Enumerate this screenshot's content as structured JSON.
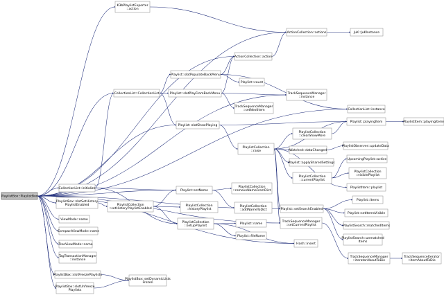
{
  "title": "PlaylistBox::PlaylistBox call graph",
  "nodes": [
    {
      "id": "root",
      "lines": [
        "PlaylistBox::PlaylistBox"
      ],
      "root": true
    },
    {
      "id": "k3b",
      "lines": [
        "K3bPlaylistExporter",
        "::action"
      ]
    },
    {
      "id": "aca",
      "lines": [
        "ActionCollection::actions"
      ]
    },
    {
      "id": "juk",
      "lines": [
        "JuK::JuKInstance"
      ]
    },
    {
      "id": "acaction",
      "lines": [
        "ActionCollection::action"
      ]
    },
    {
      "id": "slotPop",
      "lines": [
        "Playlist::slotPopulateBackMenu"
      ]
    },
    {
      "id": "count",
      "lines": [
        "Playlist::count"
      ]
    },
    {
      "id": "colList",
      "lines": [
        "CollectionList::CollectionList"
      ]
    },
    {
      "id": "slotPlayBack",
      "lines": [
        "Playlist::slotPlayFromBackMenu"
      ]
    },
    {
      "id": "tsmInst",
      "lines": [
        "TrackSequenceManager",
        "::instance"
      ]
    },
    {
      "id": "tsmNext",
      "lines": [
        "TrackSequenceManager",
        "::setNextItem"
      ]
    },
    {
      "id": "clInst",
      "lines": [
        "CollectionList::instance"
      ]
    },
    {
      "id": "playingItem",
      "lines": [
        "Playlist::playingItem"
      ]
    },
    {
      "id": "pliItems",
      "lines": [
        "PlaylistItem::playingItems"
      ]
    },
    {
      "id": "slotShow",
      "lines": [
        "Playlist::slotShowPlaying"
      ]
    },
    {
      "id": "plcRaise",
      "lines": [
        "PlaylistCollection",
        "::raise"
      ]
    },
    {
      "id": "clearShow",
      "lines": [
        "PlaylistCollection",
        "::clearShowMore"
      ]
    },
    {
      "id": "watched",
      "lines": [
        "Watched::dataChanged"
      ]
    },
    {
      "id": "upd",
      "lines": [
        "PlaylistObserver::updateData"
      ]
    },
    {
      "id": "applyShared",
      "lines": [
        "Playlist::applySharedSettings"
      ]
    },
    {
      "id": "upcoming",
      "lines": [
        "UpcomingPlaylist::active"
      ]
    },
    {
      "id": "visiblePl",
      "lines": [
        "PlaylistCollection",
        "::visiblePlaylist"
      ]
    },
    {
      "id": "currentPl",
      "lines": [
        "PlaylistCollection",
        "::currentPlaylist"
      ]
    },
    {
      "id": "pliPlaylist",
      "lines": [
        "PlaylistItem::playlist"
      ]
    },
    {
      "id": "clInit",
      "lines": [
        "CollectionList::initialize"
      ]
    },
    {
      "id": "setName",
      "lines": [
        "Playlist::setName"
      ]
    },
    {
      "id": "removeName",
      "lines": [
        "PlaylistCollection",
        "::removeNameFromDict"
      ]
    },
    {
      "id": "slotSetHist",
      "lines": [
        "PlaylistBox::slotSetHistory",
        "PlaylistEnabled"
      ]
    },
    {
      "id": "setHistEn",
      "lines": [
        "PlaylistCollection",
        "::setHistoryPlaylistEnabled"
      ]
    },
    {
      "id": "histPl",
      "lines": [
        "PlaylistCollection",
        "::historyPlaylist"
      ]
    },
    {
      "id": "addName",
      "lines": [
        "PlaylistCollection",
        "::addNameToDict"
      ]
    },
    {
      "id": "setSearch",
      "lines": [
        "Playlist::setSearchEnabled"
      ]
    },
    {
      "id": "items",
      "lines": [
        "Playlist::items"
      ]
    },
    {
      "id": "setItemsVis",
      "lines": [
        "Playlist::setItemsVisible"
      ]
    },
    {
      "id": "matched",
      "lines": [
        "PlaylistSearch::matchedItems"
      ]
    },
    {
      "id": "unmatched",
      "lines": [
        "PlaylistSearch::unmatched",
        "Items"
      ]
    },
    {
      "id": "viewName",
      "lines": [
        "ViewMode::name"
      ]
    },
    {
      "id": "setupPl",
      "lines": [
        "PlaylistCollection",
        "::setupPlaylist"
      ]
    },
    {
      "id": "plName",
      "lines": [
        "Playlist::name"
      ]
    },
    {
      "id": "fileName",
      "lines": [
        "Playlist::fileName"
      ]
    },
    {
      "id": "compactName",
      "lines": [
        "CompactViewMode::name"
      ]
    },
    {
      "id": "tsmSetCur",
      "lines": [
        "TrackSequenceManager",
        "::setCurrentPlaylist"
      ]
    },
    {
      "id": "treeName",
      "lines": [
        "TreeViewMode::name"
      ]
    },
    {
      "id": "hashInsert",
      "lines": [
        "Hash::insert"
      ]
    },
    {
      "id": "tagInst",
      "lines": [
        "TagTransactionManager",
        "::instance"
      ]
    },
    {
      "id": "tsmAbout",
      "lines": [
        "TrackSequenceManager",
        "::iteratorAboutToDie"
      ]
    },
    {
      "id": "tsiAbout",
      "lines": [
        "TrackSequenceIterator",
        "::itemAboutToDie"
      ]
    },
    {
      "id": "slotFreeze",
      "lines": [
        "PlaylistBox::slotFreezePlaylists"
      ]
    },
    {
      "id": "setDynFrozen",
      "lines": [
        "PlaylistBox::setDynamicLists",
        "Frozen"
      ]
    },
    {
      "id": "slotUnfreeze",
      "lines": [
        "PlaylistBox::slotUnfreeze",
        "Playlists"
      ]
    }
  ],
  "edges": [
    [
      "root",
      "k3b"
    ],
    [
      "root",
      "aca"
    ],
    [
      "root",
      "acaction"
    ],
    [
      "root",
      "colList"
    ],
    [
      "root",
      "clInst"
    ],
    [
      "root",
      "tsmInst"
    ],
    [
      "root",
      "slotShow"
    ],
    [
      "root",
      "clInit"
    ],
    [
      "root",
      "setName"
    ],
    [
      "root",
      "setSearch"
    ],
    [
      "root",
      "slotSetHist"
    ],
    [
      "root",
      "viewName"
    ],
    [
      "root",
      "compactName"
    ],
    [
      "root",
      "treeName"
    ],
    [
      "root",
      "tagInst"
    ],
    [
      "root",
      "slotFreeze"
    ],
    [
      "root",
      "slotUnfreeze"
    ],
    [
      "root",
      "hashInsert"
    ],
    [
      "root",
      "tsmSetCur"
    ],
    [
      "k3b",
      "aca"
    ],
    [
      "aca",
      "juk"
    ],
    [
      "acaction",
      "aca"
    ],
    [
      "colList",
      "slotPop"
    ],
    [
      "colList",
      "slotPlayBack"
    ],
    [
      "colList",
      "slotShow"
    ],
    [
      "slotPop",
      "acaction"
    ],
    [
      "slotPop",
      "count"
    ],
    [
      "slotPop",
      "clInst"
    ],
    [
      "slotPlayBack",
      "acaction"
    ],
    [
      "slotPlayBack",
      "tsmInst"
    ],
    [
      "slotPlayBack",
      "tsmNext"
    ],
    [
      "slotShow",
      "plcRaise"
    ],
    [
      "slotShow",
      "playingItem"
    ],
    [
      "playingItem",
      "pliItems"
    ],
    [
      "plcRaise",
      "clearShow"
    ],
    [
      "plcRaise",
      "watched"
    ],
    [
      "plcRaise",
      "applyShared"
    ],
    [
      "plcRaise",
      "currentPl"
    ],
    [
      "plcRaise",
      "pliPlaylist"
    ],
    [
      "plcRaise",
      "setSearch"
    ],
    [
      "plcRaise",
      "tsmSetCur"
    ],
    [
      "plcRaise",
      "playingItem"
    ],
    [
      "watched",
      "upd"
    ],
    [
      "currentPl",
      "upcoming"
    ],
    [
      "currentPl",
      "visiblePl"
    ],
    [
      "clearShow",
      "playingItem"
    ],
    [
      "clInit",
      "setName"
    ],
    [
      "clInit",
      "colList"
    ],
    [
      "clInit",
      "setupPl"
    ],
    [
      "setName",
      "removeName"
    ],
    [
      "setName",
      "addName"
    ],
    [
      "slotSetHist",
      "setHistEn"
    ],
    [
      "setHistEn",
      "setName"
    ],
    [
      "setHistEn",
      "histPl"
    ],
    [
      "setHistEn",
      "setupPl"
    ],
    [
      "setupPl",
      "plName"
    ],
    [
      "setupPl",
      "fileName"
    ],
    [
      "setupPl",
      "hashInsert"
    ],
    [
      "setSearch",
      "items"
    ],
    [
      "setSearch",
      "setItemsVis"
    ],
    [
      "setSearch",
      "matched"
    ],
    [
      "setSearch",
      "unmatched"
    ],
    [
      "tsmSetCur",
      "tsmAbout"
    ],
    [
      "tsmAbout",
      "tsiAbout"
    ],
    [
      "slotFreeze",
      "setDynFrozen"
    ],
    [
      "slotUnfreeze",
      "setDynFrozen"
    ]
  ]
}
